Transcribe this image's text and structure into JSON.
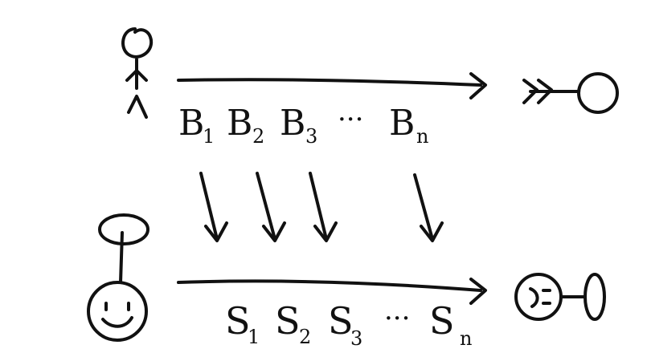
{
  "diagram": {
    "top_row": {
      "label_prefix": "B",
      "subscripts": [
        "1",
        "2",
        "3",
        "n"
      ],
      "ellipsis": "···"
    },
    "bottom_row": {
      "label_prefix": "S",
      "subscripts": [
        "1",
        "2",
        "3",
        "n"
      ],
      "ellipsis": "···"
    },
    "icons": [
      "stick-figure-icon",
      "arrow-tail-circle-icon",
      "smiley-face-icon",
      "sideways-face-icon"
    ],
    "colors": {
      "ink": "#111111",
      "background": "#ffffff"
    }
  }
}
